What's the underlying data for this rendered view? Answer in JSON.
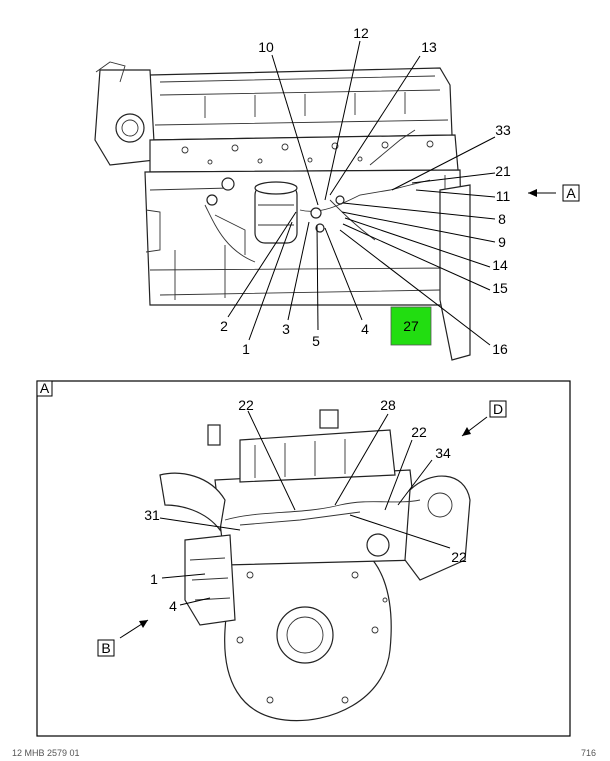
{
  "top_view": {
    "callouts": {
      "c10": "10",
      "c12": "12",
      "c13": "13",
      "c33": "33",
      "c21": "21",
      "c11": "11",
      "c8": "8",
      "c9": "9",
      "c14": "14",
      "c15": "15",
      "c16": "16",
      "c2": "2",
      "c1": "1",
      "c3": "3",
      "c5": "5",
      "c4": "4"
    },
    "view_ref": "A",
    "highlight_label": "27",
    "highlight_color": "#22dd11"
  },
  "detail_view": {
    "frame_label": "A",
    "view_b": "B",
    "view_d": "D",
    "callouts": {
      "c22a": "22",
      "c28": "28",
      "c22b": "22",
      "c34": "34",
      "c31": "31",
      "c22c": "22",
      "c1": "1",
      "c4": "4"
    }
  },
  "footer": {
    "left": "12 MHB 2579 01",
    "right": "716"
  }
}
